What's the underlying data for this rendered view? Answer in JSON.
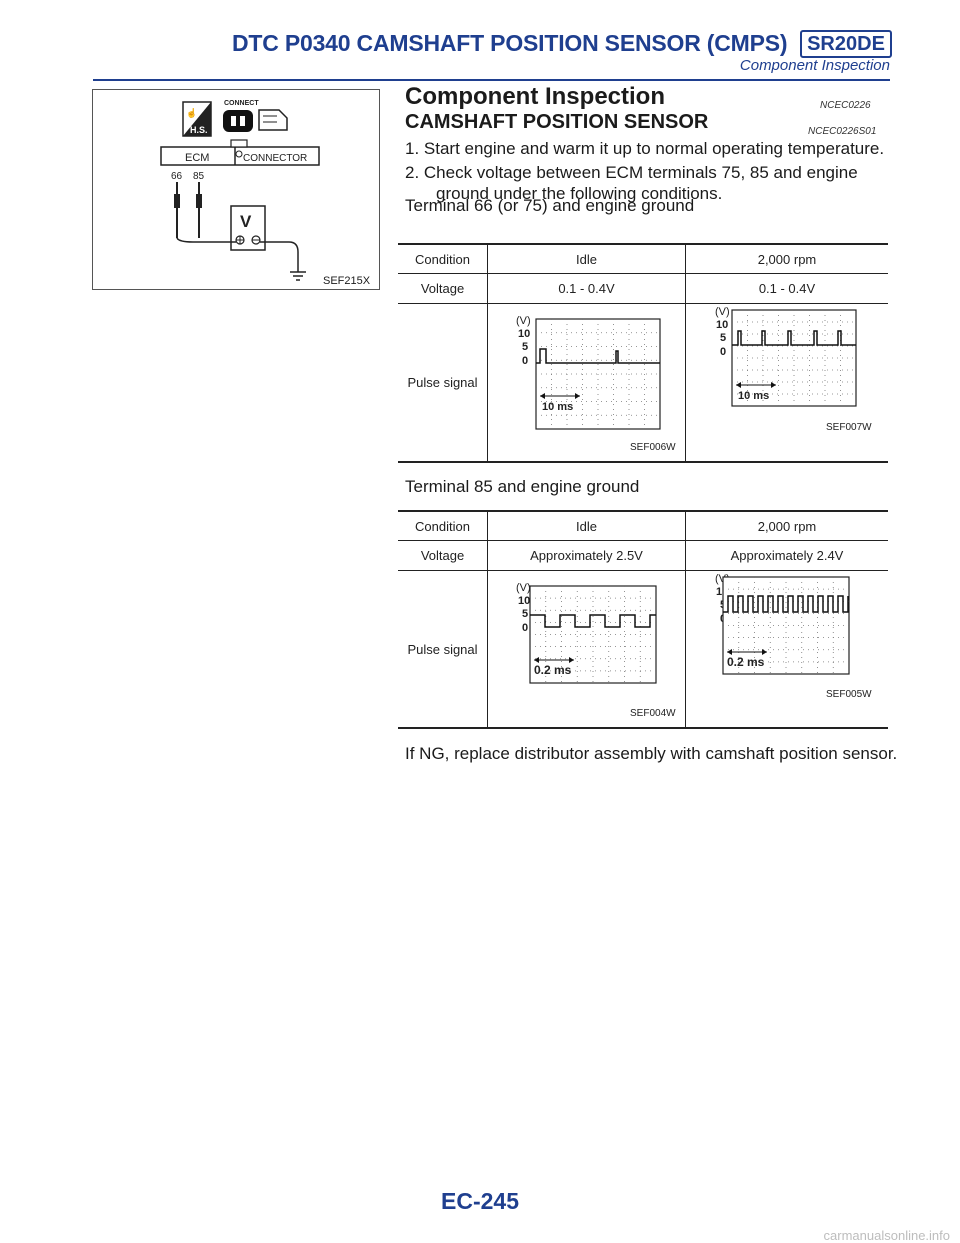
{
  "header": {
    "title": "DTC P0340 CAMSHAFT POSITION SENSOR (CMPS)",
    "model": "SR20DE",
    "subtitle": "Component Inspection"
  },
  "figure": {
    "code": "SEF215X",
    "hs_label": "H.S.",
    "connect_label": "CONNECT",
    "ecm_label": "ECM",
    "connector_label": "CONNECTOR",
    "pin_a": "66",
    "pin_b": "85",
    "meter_label": "V"
  },
  "section": {
    "title": "Component Inspection",
    "code": "NCEC0226",
    "subtitle": "CAMSHAFT POSITION SENSOR",
    "subcode": "NCEC0226S01"
  },
  "steps": [
    "1. Start engine and warm it up to normal operating temperature.",
    "2. Check voltage between ECM terminals 75, 85 and engine",
    "ground under the following conditions."
  ],
  "terminal1_label": "Terminal 66 (or 75) and engine ground",
  "terminal2_label": "Terminal 85 and engine ground",
  "table1": {
    "header": [
      "Condition",
      "Idle",
      "2,000 rpm"
    ],
    "voltage": [
      "Voltage",
      "0.1 - 0.4V",
      "0.1 - 0.4V"
    ],
    "pulse_label": "Pulse signal",
    "scopes": [
      {
        "code": "SEF006W",
        "unit": "(V)",
        "y_labels": [
          "10",
          "5",
          "0"
        ],
        "time_label": "10 ms"
      },
      {
        "code": "SEF007W",
        "unit": "(V)",
        "y_labels": [
          "10",
          "5",
          "0"
        ],
        "time_label": "10 ms"
      }
    ]
  },
  "table2": {
    "header": [
      "Condition",
      "Idle",
      "2,000 rpm"
    ],
    "voltage": [
      "Voltage",
      "Approximately 2.5V",
      "Approximately 2.4V"
    ],
    "pulse_label": "Pulse signal",
    "scopes": [
      {
        "code": "SEF004W",
        "unit": "(V)",
        "y_labels": [
          "10",
          "5",
          "0"
        ],
        "time_label": "0.2 ms"
      },
      {
        "code": "SEF005W",
        "unit": "(V)",
        "y_labels": [
          "10",
          "5",
          "0"
        ],
        "time_label": "0.2 ms"
      }
    ]
  },
  "ng_note": "If NG, replace distributor assembly with camshaft position sensor.",
  "footer": {
    "page_number": "EC-245",
    "watermark": "carmanualsonline.info"
  },
  "colors": {
    "header_blue": "#1f3f8f",
    "text": "#1b1b1b"
  }
}
